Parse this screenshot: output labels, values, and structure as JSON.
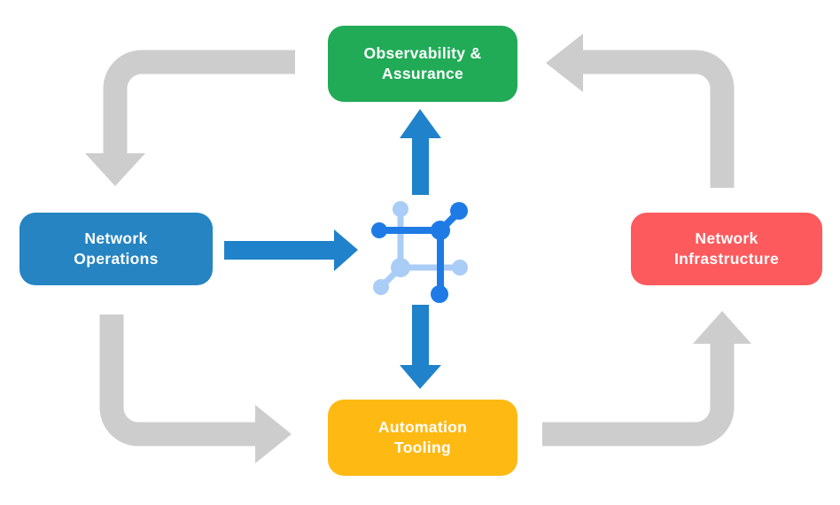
{
  "colors": {
    "background": "#FFFFFF",
    "node_green": "#21AB57",
    "node_blue": "#2584C1",
    "node_red": "#FC5A5C",
    "node_yellow": "#FEB913",
    "gray_arrow": "#CDCDCD",
    "blue_arrow": "#1F82CA",
    "icon_dark_blue": "#1E7BE5",
    "icon_light_blue": "#A9CDF6",
    "label_text": "#FFFFFF"
  },
  "nodes": {
    "observability": {
      "line1": "Observability &",
      "line2": "Assurance"
    },
    "operations": {
      "line1": "Network",
      "line2": "Operations"
    },
    "infrastructure": {
      "line1": "Network",
      "line2": "Infrastructure"
    },
    "automation": {
      "line1": "Automation",
      "line2": "Tooling"
    }
  },
  "center_icon": "network-nodes-icon",
  "arrows": {
    "gray_cycle": [
      {
        "from": "observability",
        "to": "operations"
      },
      {
        "from": "operations",
        "to": "automation"
      },
      {
        "from": "automation",
        "to": "infrastructure"
      },
      {
        "from": "infrastructure",
        "to": "observability"
      }
    ],
    "blue_flows": [
      {
        "from": "operations",
        "to": "center-icon"
      },
      {
        "from": "center-icon",
        "to": "observability"
      },
      {
        "from": "center-icon",
        "to": "automation"
      }
    ]
  }
}
